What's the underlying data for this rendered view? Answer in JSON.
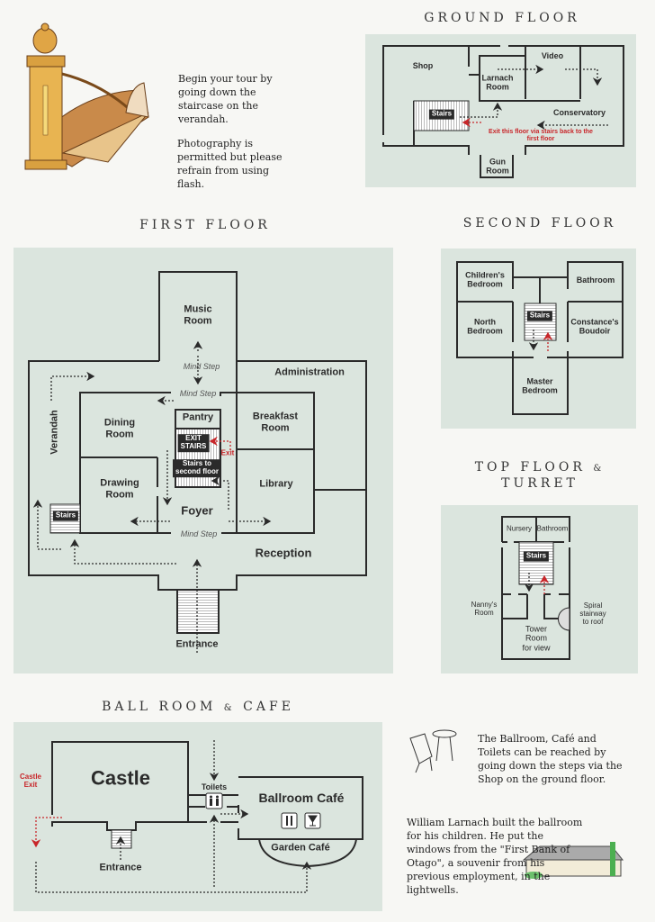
{
  "intro": {
    "tour_text": "Begin your tour by going down the staircase on the verandah.",
    "photo_text": "Photography is permitted but please refrain from using flash."
  },
  "ground_floor": {
    "title": "GROUND FLOOR",
    "rooms": {
      "shop": "Shop",
      "video": "Video",
      "larnach": "Larnach\nRoom",
      "conservatory": "Conservatory",
      "gun": "Gun\nRoom"
    },
    "stairs": "Stairs",
    "exit_note": "Exit this floor via stairs back to the first floor"
  },
  "first_floor": {
    "title": "FIRST FLOOR",
    "rooms": {
      "music": "Music\nRoom",
      "administration": "Administration",
      "dining": "Dining\nRoom",
      "breakfast": "Breakfast\nRoom",
      "pantry": "Pantry",
      "drawing": "Drawing\nRoom",
      "library": "Library",
      "foyer": "Foyer",
      "reception": "Reception",
      "entrance": "Entrance",
      "verandah": "Verandah"
    },
    "exit_stairs": "EXIT\nSTAIRS",
    "stairs_second": "Stairs to\nsecond floor",
    "stairs": "Stairs",
    "exit": "Exit",
    "mind_step": "Mind Step"
  },
  "second_floor": {
    "title": "SECOND FLOOR",
    "rooms": {
      "children": "Children's\nBedroom",
      "bathroom": "Bathroom",
      "north": "North\nBedroom",
      "constance": "Constance's\nBoudoir",
      "master": "Master\nBedroom"
    },
    "stairs": "Stairs"
  },
  "top_floor": {
    "title_1": "TOP FLOOR",
    "amp": "&",
    "title_2": "TURRET",
    "rooms": {
      "nursery": "Nursery",
      "bathroom": "Bathroom",
      "nanny": "Nanny's\nRoom",
      "spiral": "Spiral\nstairway\nto roof",
      "tower": "Tower\nRoom\nfor view"
    },
    "stairs": "Stairs"
  },
  "ballroom": {
    "title_1": "BALL ROOM",
    "amp": "&",
    "title_2": "CAFE",
    "castle": "Castle",
    "castle_exit": "Castle\nExit",
    "toilets": "Toilets",
    "ballroom_cafe": "Ballroom Café",
    "garden_cafe": "Garden Café",
    "entrance": "Entrance"
  },
  "notes": {
    "ballroom_access": "The Ballroom, Café and Toilets can be reached by going down the steps via the Shop on the ground floor.",
    "history": "William Larnach built the ballroom for his children. He put the windows from the \"First Bank of Otago\", a souvenir from his previous employment, in the lightwells."
  },
  "colors": {
    "panel": "#dbe5de",
    "wall": "#2a2a2a",
    "exit_red": "#c8262a"
  }
}
